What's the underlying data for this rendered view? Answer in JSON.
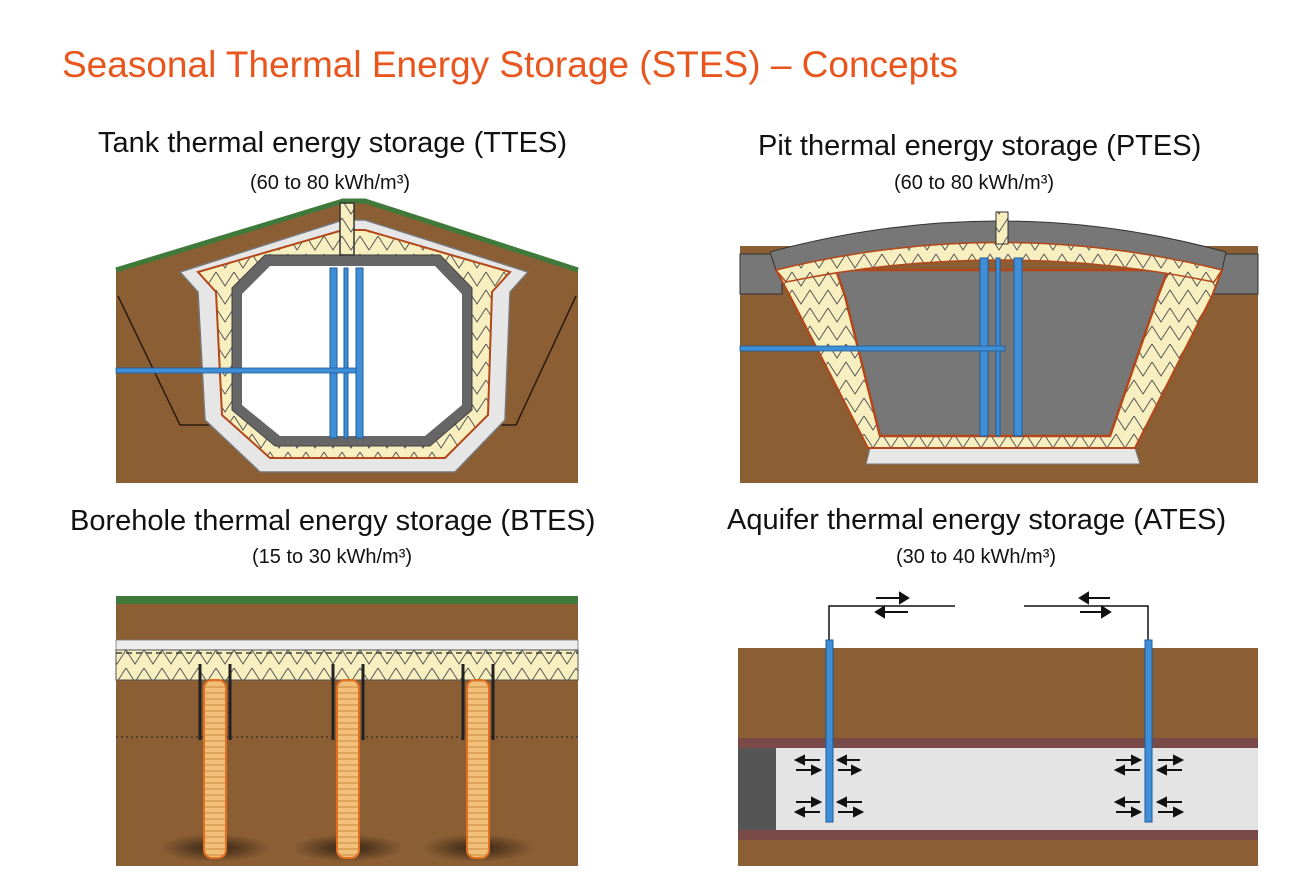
{
  "slide": {
    "title": "Seasonal Thermal Energy Storage (STES) – Concepts"
  },
  "panels": {
    "ttes": {
      "title": "Tank thermal energy storage (TTES)",
      "capacity": "(60 to 80 kWh/m³)"
    },
    "ptes": {
      "title": "Pit thermal energy storage (PTES)",
      "capacity": "(60 to 80 kWh/m³)"
    },
    "btes": {
      "title": "Borehole thermal energy storage (BTES)",
      "capacity": "(15 to 30 kWh/m³)"
    },
    "ates": {
      "title": "Aquifer thermal energy storage (ATES)",
      "capacity": "(30 to 40 kWh/m³)"
    }
  },
  "colors": {
    "title_accent": "#e8561e",
    "soil": "#8b5e34",
    "grass": "#3f7a3a",
    "insulation": "#f7efc0",
    "concrete": "#d9d9d9",
    "water_pipe": "#3f8fd8",
    "pit_water": "#777777",
    "liner": "#c1440e",
    "aquifer": "#e4e4e4",
    "aquitard": "#7a4a48",
    "borehole_fill": "#f2bf7a"
  }
}
